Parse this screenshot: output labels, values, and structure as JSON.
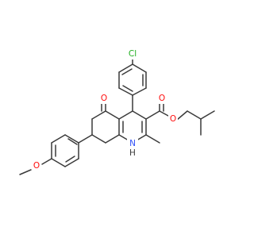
{
  "labels": {
    "chlorine": "Cl",
    "ketone_oxygen": "O",
    "ester_carbonyl_oxygen": "O",
    "ester_ether_oxygen": "O",
    "amine_nitrogen": "N",
    "amine_hydrogen": "H",
    "methoxy_oxygen": "O"
  },
  "colors": {
    "bond": "#3a3a3a",
    "oxygen": "#ff0d0d",
    "nitrogen": "#3050f8",
    "chlorine": "#1fae1f",
    "hydrogen": "#3a3a3a"
  }
}
